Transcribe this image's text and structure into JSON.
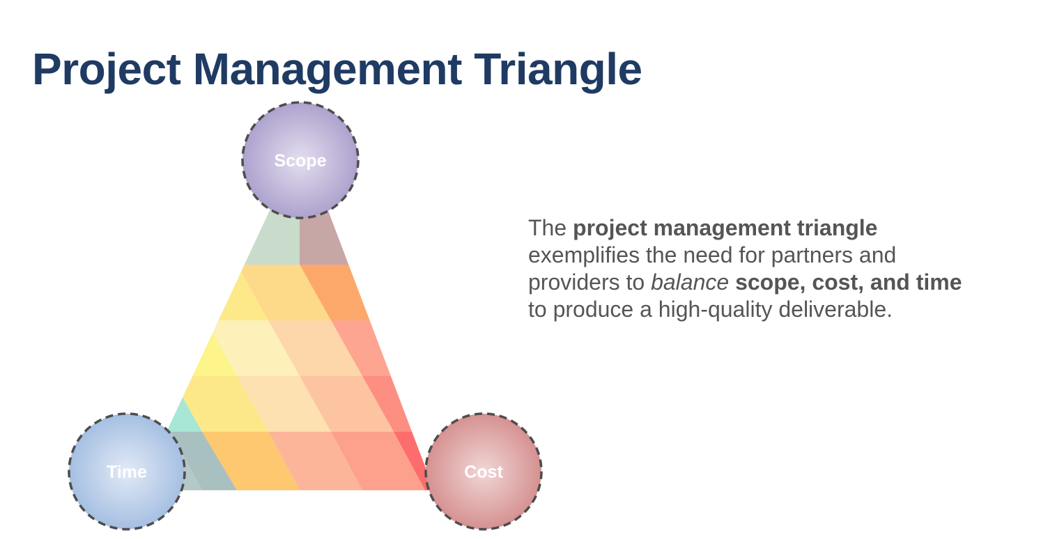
{
  "title": "Project Management Triangle",
  "diagram": {
    "nodes": [
      {
        "id": "scope",
        "label": "Scope",
        "color": "#a89cc9"
      },
      {
        "id": "time",
        "label": "Time",
        "color": "#9fbbe0"
      },
      {
        "id": "cost",
        "label": "Cost",
        "color": "#d38a8a"
      }
    ]
  },
  "description": {
    "t1": "The ",
    "b1": "project management triangle",
    "t2": " exemplifies the need for partners and providers to ",
    "i1": "balance",
    "t3": " ",
    "b2": "scope, cost, and time",
    "t4": " to produce a high-quality deliverable."
  }
}
